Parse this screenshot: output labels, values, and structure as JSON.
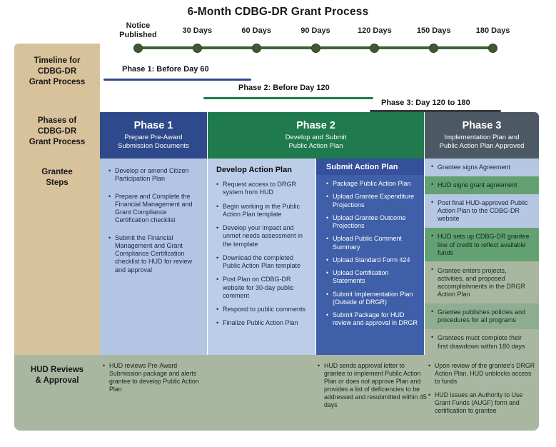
{
  "title": "6-Month CDBG-DR Grant Process",
  "timeline": {
    "milestones": [
      "Notice\nPublished",
      "30 Days",
      "60 Days",
      "90 Days",
      "120 Days",
      "150 Days",
      "180 Days"
    ]
  },
  "brackets": [
    {
      "label": "Phase 1: Before Day 60"
    },
    {
      "label": "Phase 2: Before Day 120"
    },
    {
      "label": "Phase 3: Day 120 to 180"
    }
  ],
  "row_labels": {
    "timeline": "Timeline for\nCDBG-DR\nGrant Process",
    "phases": "Phases of\nCDBG-DR\nGrant Process",
    "grantee": "Grantee\nSteps",
    "hud": "HUD Reviews\n& Approval"
  },
  "headers": {
    "phase1": {
      "name": "Phase 1",
      "subtitle": "Prepare Pre-Award\nSubmission Documents"
    },
    "phase2": {
      "name": "Phase 2",
      "subtitle": "Develop and Submit\nPublic Action Plan"
    },
    "phase3": {
      "name": "Phase 3",
      "subtitle": "Implementation Plan and\nPublic Action Plan Approved"
    }
  },
  "grantee_steps": {
    "phase1_items": [
      "Develop or amend Citizen Participation Plan",
      "Prepare and Complete the Financial Management and Grant Compliance Certification checklist",
      "Submit the Financial Management and Grant Compliance Certification checklist to HUD for review and approval"
    ],
    "develop": {
      "header": "Develop Action Plan",
      "items": [
        "Request access to DRGR system from HUD",
        "Begin working in the Public Action Plan template",
        "Develop your impact and unmet needs assessment in the template",
        "Download the completed Public Action Plan template",
        "Post Plan on CDBG-DR website for 30-day public comment",
        "Respond to public comments",
        "Finalize Public Action Plan"
      ]
    },
    "submit": {
      "header": "Submit Action Plan",
      "items": [
        "Package Public Action Plan",
        "Upload Grantee Expenditure Projections",
        "Upload Grantee Outcome Projections",
        "Upload Public Comment Summary",
        "Upload Standard Form 424",
        "Upload Certification Statements",
        "Submit Implementation Plan (Outside of DRGR)",
        "Submit Package for HUD review and approval in DRGR"
      ]
    },
    "phase3_items": [
      {
        "text": "Grantee signs Agreement",
        "tone": "blue"
      },
      {
        "text": "HUD signs grant agreement",
        "tone": "green"
      },
      {
        "text": "Post final HUD-approved Public Action Plan to the CDBG-DR website",
        "tone": "blue"
      },
      {
        "text": "HUD sets up CDBG-DR grantee line of credit to reflect available funds",
        "tone": "green"
      },
      {
        "text": "Grantee enters projects, activities, and proposed accomplishments in the DRGR Action Plan",
        "tone": "sage"
      },
      {
        "text": "Grantee publishes policies and procedures for all programs",
        "tone": "sgreen"
      },
      {
        "text": "Grantees must complete their first drawdown within 180 days",
        "tone": "sage"
      }
    ]
  },
  "hud_reviews": {
    "phase1_items": [
      "HUD reviews Pre-Award Submission package and alerts grantee to develop Public Action Plan"
    ],
    "phase2_items": [
      "HUD sends approval letter to grantee to implement Public Action Plan or does not approve Plan and provides a list of deficiencies to be addressed and resubmitted within 45 days"
    ],
    "phase3_items": [
      "Upon review of the grantee's DRGR Action Plan, HUD unblocks access to funds",
      "HUD issues an Authority to Use Grant Funds (AUGF) form and certification to grantee"
    ]
  },
  "colors": {
    "tan_label_column": "#d8c29b",
    "phase1_header": "#2e4a8c",
    "phase2_header": "#1f7a4d",
    "phase3_header": "#4c5864",
    "light_blue_body": "#b6c7e3",
    "submit_blue": "#3f5fa8",
    "stripe_green": "#64a172",
    "sage_hud_row": "#a9b7a1",
    "timeline_green": "#41603a"
  }
}
